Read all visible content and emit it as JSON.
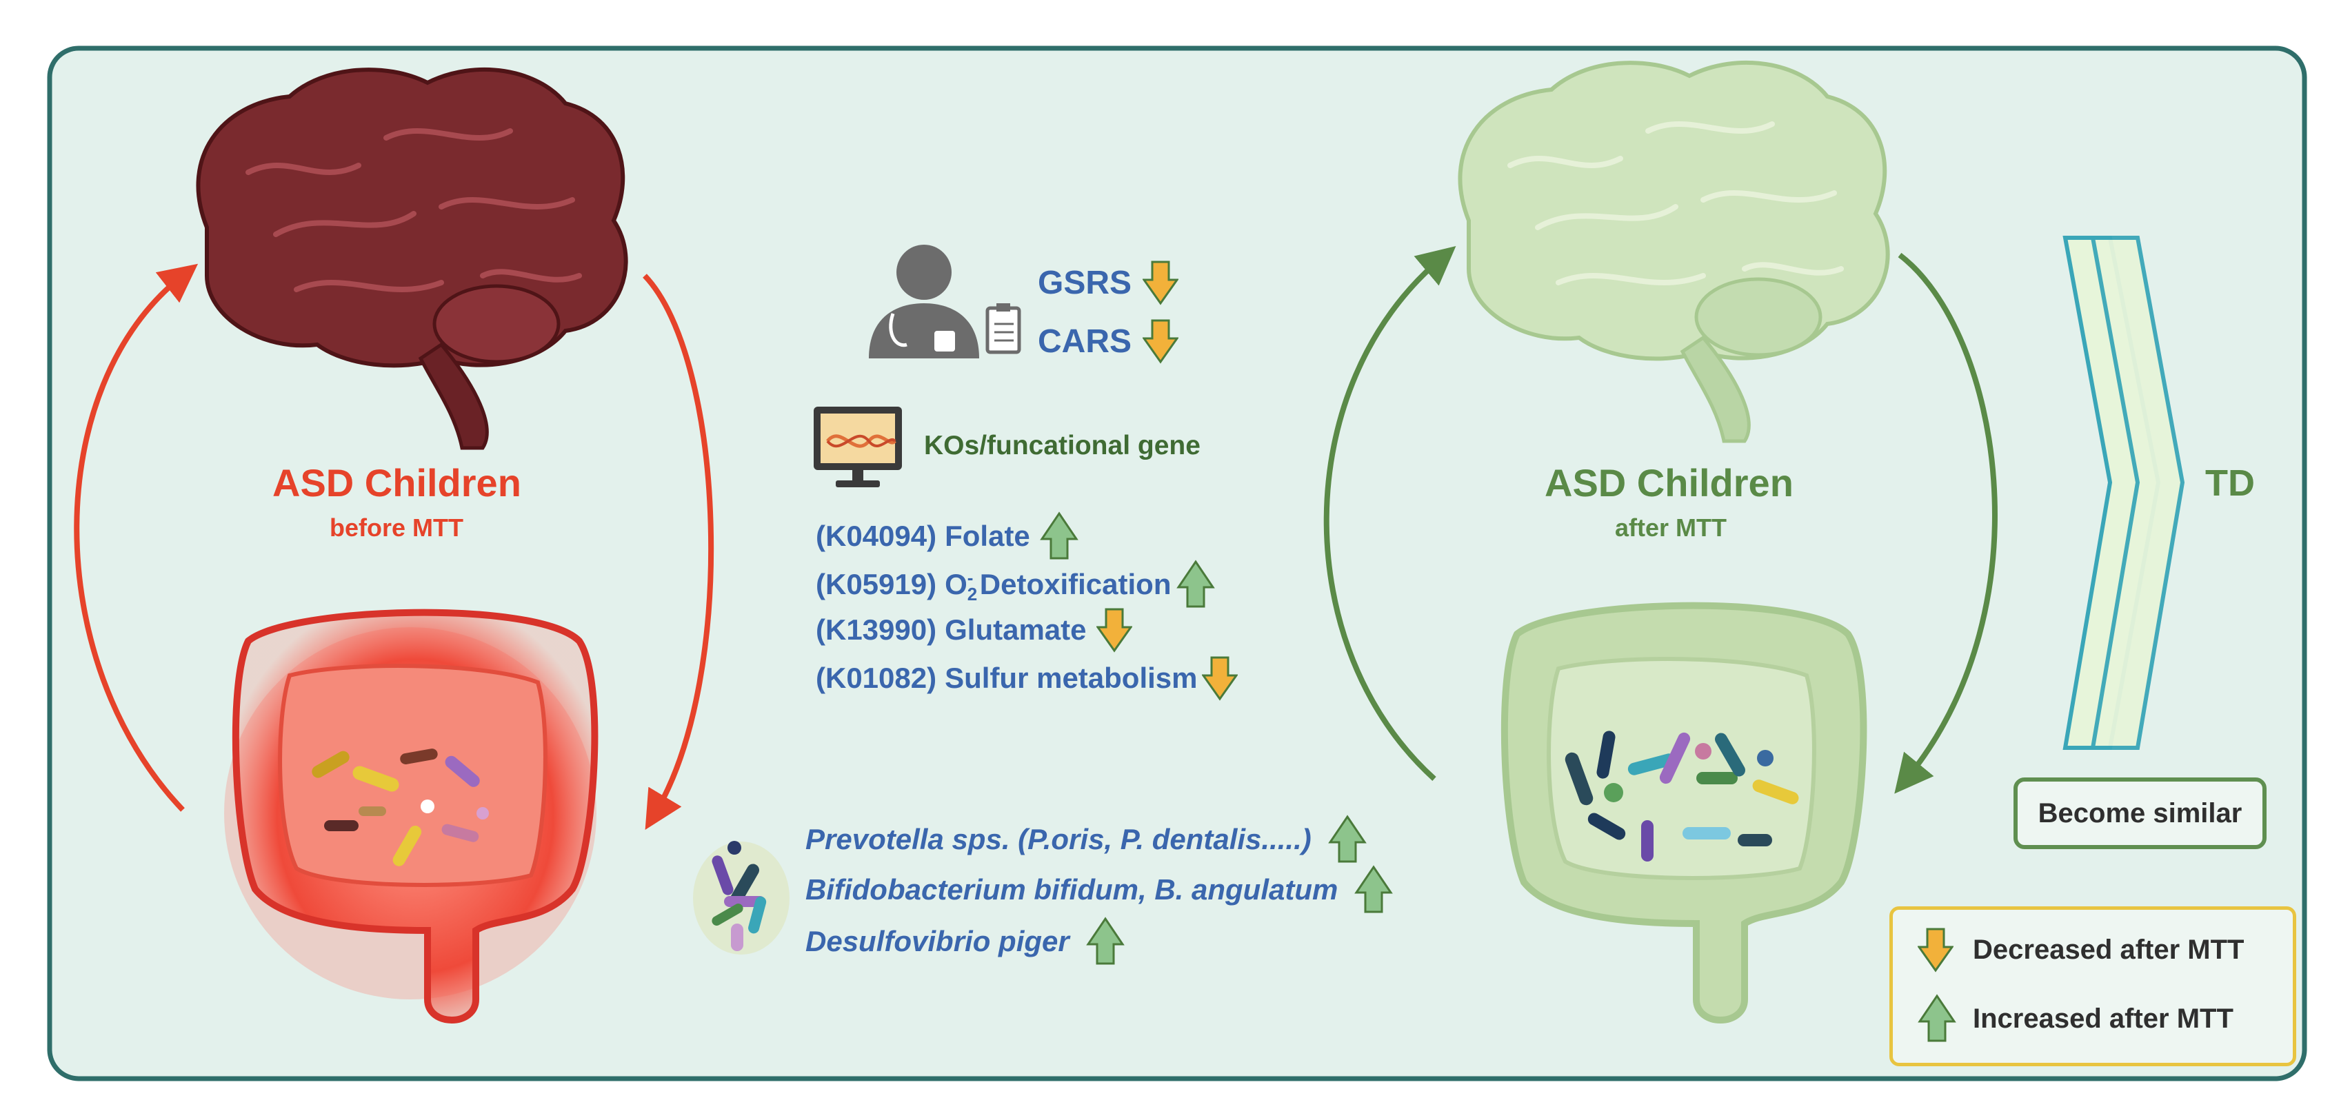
{
  "before": {
    "title": "ASD Children",
    "subtitle": "before MTT"
  },
  "after": {
    "title": "ASD Children",
    "subtitle": "after MTT"
  },
  "clinical": [
    {
      "label": "GSRS",
      "direction": "decreased"
    },
    {
      "label": "CARS",
      "direction": "decreased"
    }
  ],
  "kos_heading": "KOs/funcational gene",
  "kos": [
    {
      "id": "(K04094)",
      "name": "Folate",
      "direction": "increased"
    },
    {
      "id": "(K05919)",
      "name": "O",
      "superscript": "-",
      "subscript": "2",
      "name_suffix": " Detoxification",
      "direction": "increased"
    },
    {
      "id": "(K13990)",
      "name": "Glutamate",
      "direction": "decreased"
    },
    {
      "id": "(K01082)",
      "name": "Sulfur metabolism",
      "direction": "decreased"
    }
  ],
  "bacteria": [
    {
      "name": "Prevotella sps. (P.oris, P. dentalis.....)",
      "direction": "increased"
    },
    {
      "name": "Bifidobacterium bifidum, B. angulatum",
      "direction": "increased"
    },
    {
      "name": "Desulfovibrio piger",
      "direction": "increased"
    }
  ],
  "td_label": "TD",
  "similar_label": "Become similar",
  "legend": {
    "decreased": "Decreased after MTT",
    "increased": "Increased after MTT"
  },
  "colors": {
    "frame_border": "#2f6e6a",
    "frame_fill": "#e3f1ec",
    "before_arrow": "#e6432a",
    "after_arrow": "#5a8a47",
    "text_blue": "#3a66ad",
    "down_arrow_fill": "#f2b13a",
    "up_arrow_fill": "#8dc48c",
    "legend_border": "#e8c440",
    "chevron_stroke": "#3aa6b8"
  }
}
